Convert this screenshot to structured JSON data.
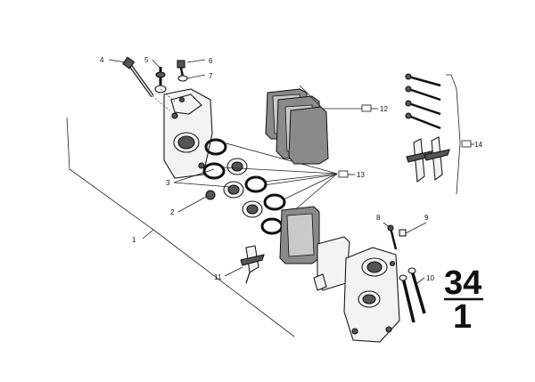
{
  "diagram": {
    "callouts": {
      "c1": "1",
      "c2": "2",
      "c3": "3",
      "c4": "4",
      "c5": "5",
      "c6": "6",
      "c7": "7",
      "c8": "8",
      "c9": "9",
      "c10": "10",
      "c11": "11",
      "c12": "12",
      "c13": "13",
      "c14": "14"
    },
    "group_number": "34",
    "sub_number": "1"
  }
}
